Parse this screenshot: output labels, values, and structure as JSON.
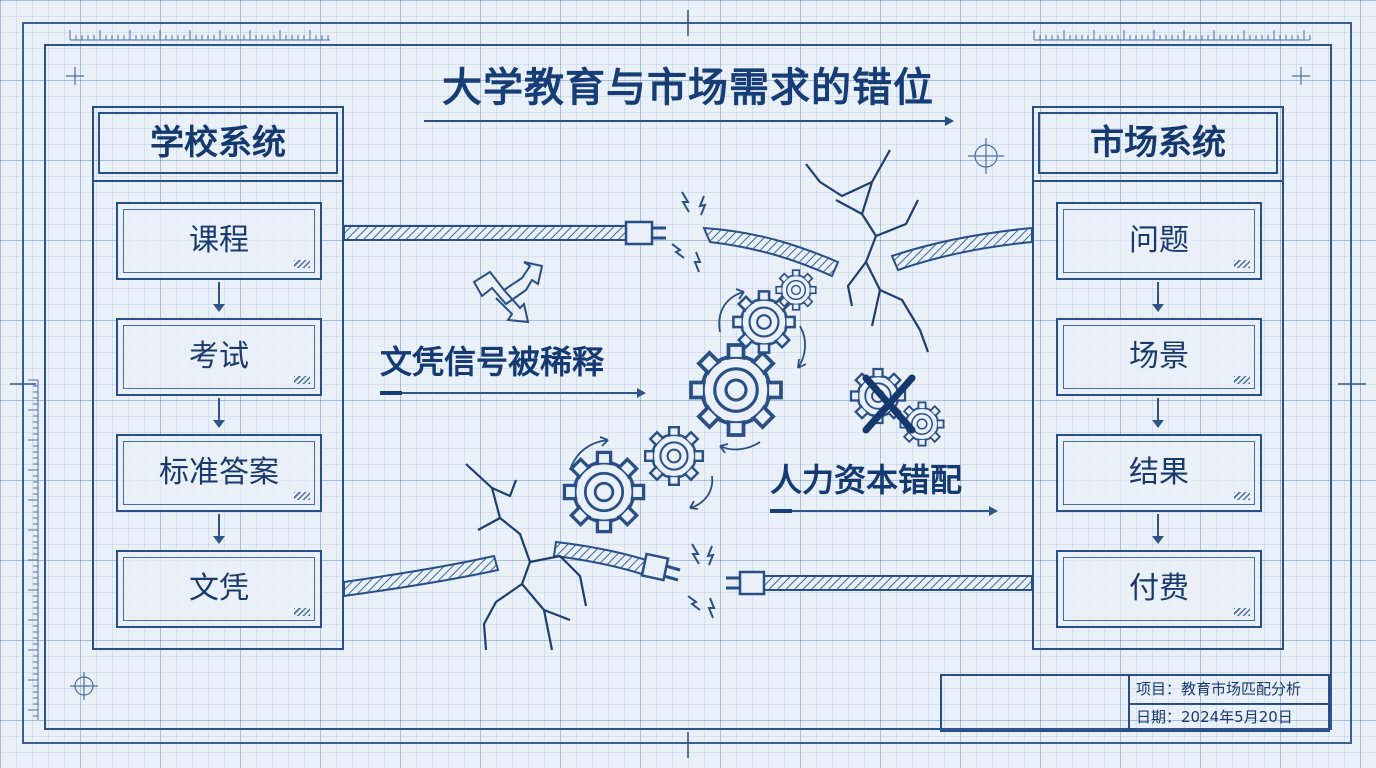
{
  "title": "大学教育与市场需求的错位",
  "school": {
    "header": "学校系统",
    "steps": [
      "课程",
      "考试",
      "标准答案",
      "文凭"
    ]
  },
  "market": {
    "header": "市场系统",
    "steps": [
      "问题",
      "场景",
      "结果",
      "付费"
    ]
  },
  "annotations": {
    "signal_diluted": "文凭信号被稀释",
    "capital_mismatch": "人力资本错配"
  },
  "title_block": {
    "project": "项目：教育市场匹配分析",
    "date": "日期：2024年5月20日"
  },
  "colors": {
    "background": "#e9f0f8",
    "ink": "#1c3866",
    "accent": "#173d77"
  }
}
